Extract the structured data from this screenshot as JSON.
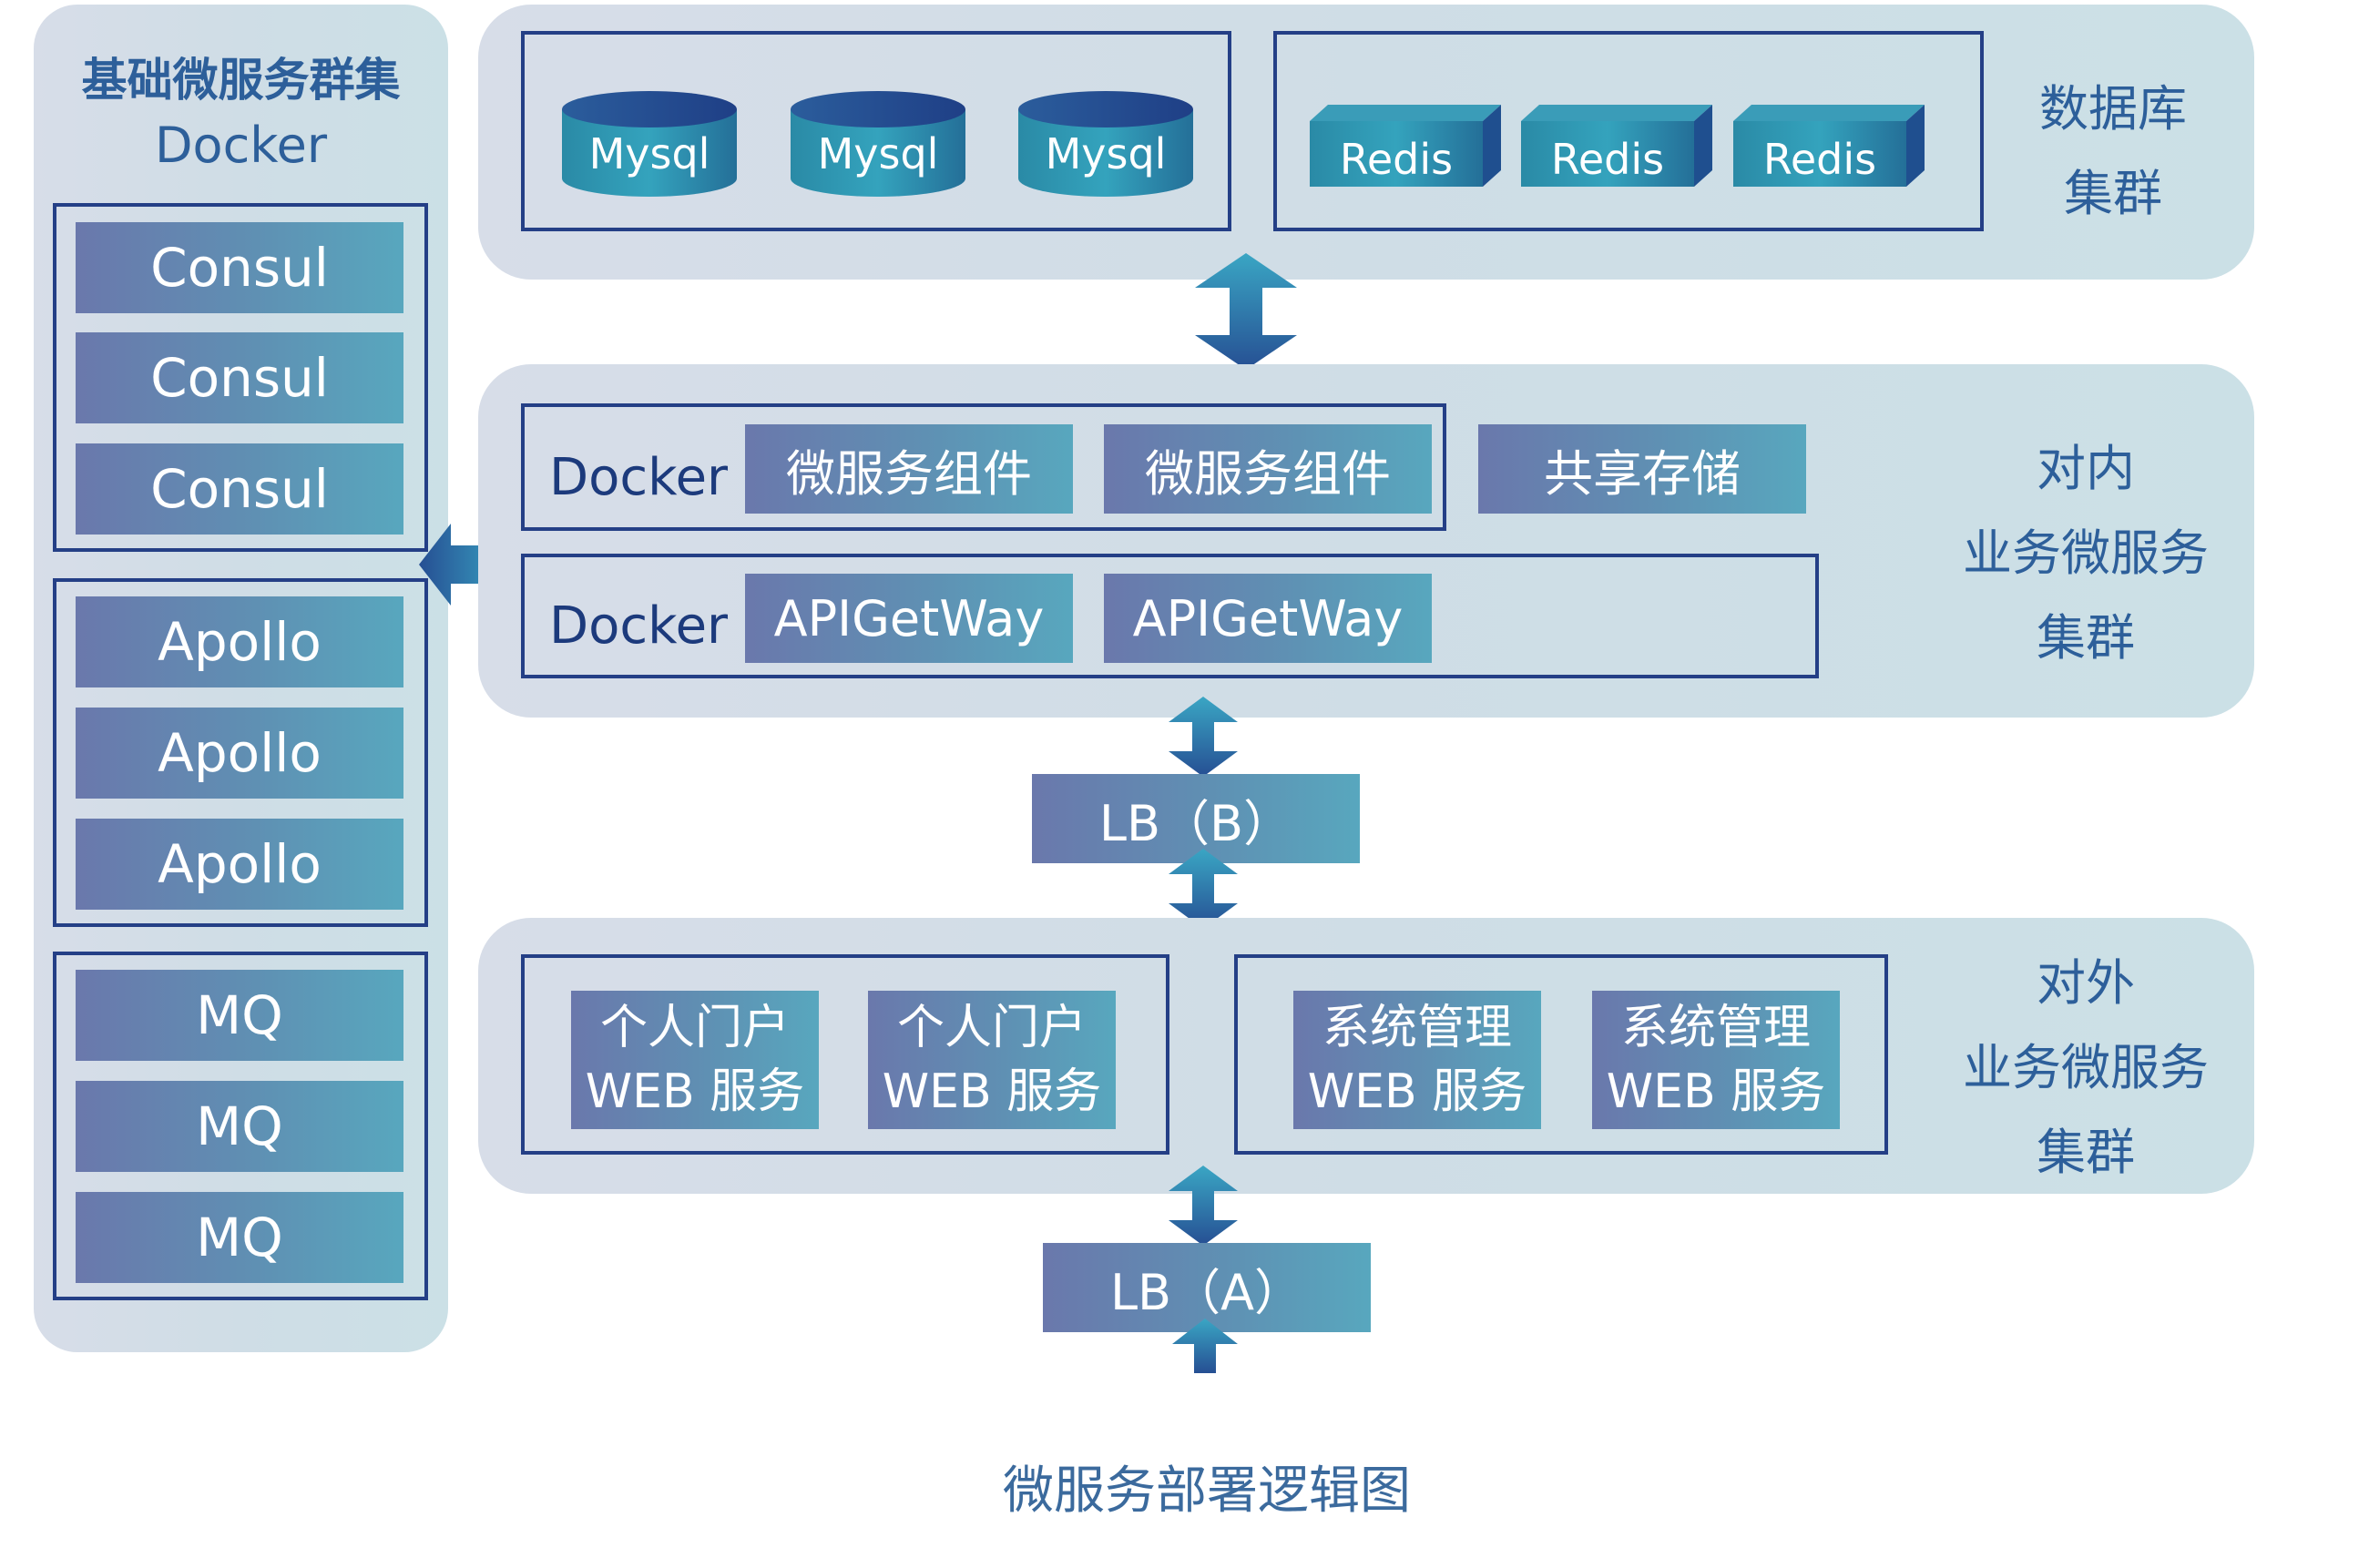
{
  "diagram": {
    "caption": "微服务部署逻辑图",
    "left_cluster": {
      "title": "基础微服务群集",
      "subtitle": "Docker",
      "consul": [
        "Consul",
        "Consul",
        "Consul"
      ],
      "apollo": [
        "Apollo",
        "Apollo",
        "Apollo"
      ],
      "mq": [
        "MQ",
        "MQ",
        "MQ"
      ]
    },
    "db_cluster": {
      "label_line1": "数据库",
      "label_line2": "集群",
      "mysql": [
        "Mysql",
        "Mysql",
        "Mysql"
      ],
      "redis": [
        "Redis",
        "Redis",
        "Redis"
      ]
    },
    "internal_cluster": {
      "label_line1": "对内",
      "label_line2": "业务微服务",
      "label_line3": "集群",
      "row1": {
        "docker": "Docker",
        "items": [
          "微服务组件",
          "微服务组件"
        ]
      },
      "shared_storage": "共享存储",
      "row2": {
        "docker": "Docker",
        "items": [
          "APIGetWay",
          "APIGetWay"
        ]
      }
    },
    "lb_b": "LB（B）",
    "external_cluster": {
      "label_line1": "对外",
      "label_line2": "业务微服务",
      "label_line3": "集群",
      "portal": [
        {
          "line1": "个人门户",
          "line2": "WEB 服务"
        },
        {
          "line1": "个人门户",
          "line2": "WEB 服务"
        }
      ],
      "sysmgmt": [
        {
          "line1": "系统管理",
          "line2": "WEB 服务"
        },
        {
          "line1": "系统管理",
          "line2": "WEB 服务"
        }
      ]
    },
    "lb_a": "LB（A）"
  },
  "colors": {
    "frame": "#243f86",
    "box_start": "#6a78ac",
    "box_end": "#58a7be",
    "label": "#2d5f9a",
    "cylinder": "#2a8fa8",
    "arrow": "#2a6f9f"
  }
}
